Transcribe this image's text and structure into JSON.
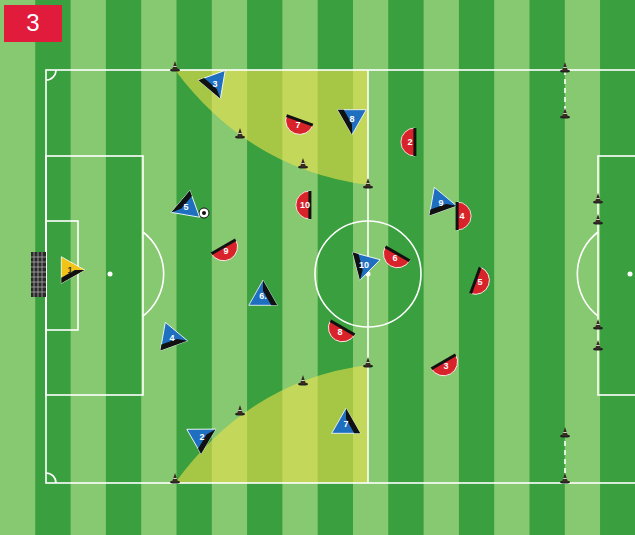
{
  "diagram": {
    "nodes": [
      {
        "text": [
          "3"
        ]
      },
      {
        "text": [
          "3"
        ]
      },
      {
        "text": [
          "8"
        ]
      },
      {
        "text": [
          "7"
        ]
      },
      {
        "text": [
          "2"
        ]
      },
      {
        "text": [
          "9"
        ]
      },
      {
        "text": [
          "10"
        ]
      },
      {
        "text": [
          "5"
        ]
      },
      {
        "text": [
          "4"
        ]
      },
      {
        "text": [
          "9"
        ]
      },
      {
        "text": [
          "6"
        ]
      },
      {
        "text": [
          "10"
        ]
      },
      {
        "text": [
          "1"
        ]
      },
      {
        "text": [
          "5"
        ]
      },
      {
        "text": [
          "6."
        ]
      },
      {
        "text": [
          "8"
        ]
      },
      {
        "text": [
          "4"
        ]
      },
      {
        "text": [
          "3"
        ]
      },
      {
        "text": [
          "7"
        ]
      },
      {
        "text": [
          "2"
        ]
      }
    ]
  }
}
